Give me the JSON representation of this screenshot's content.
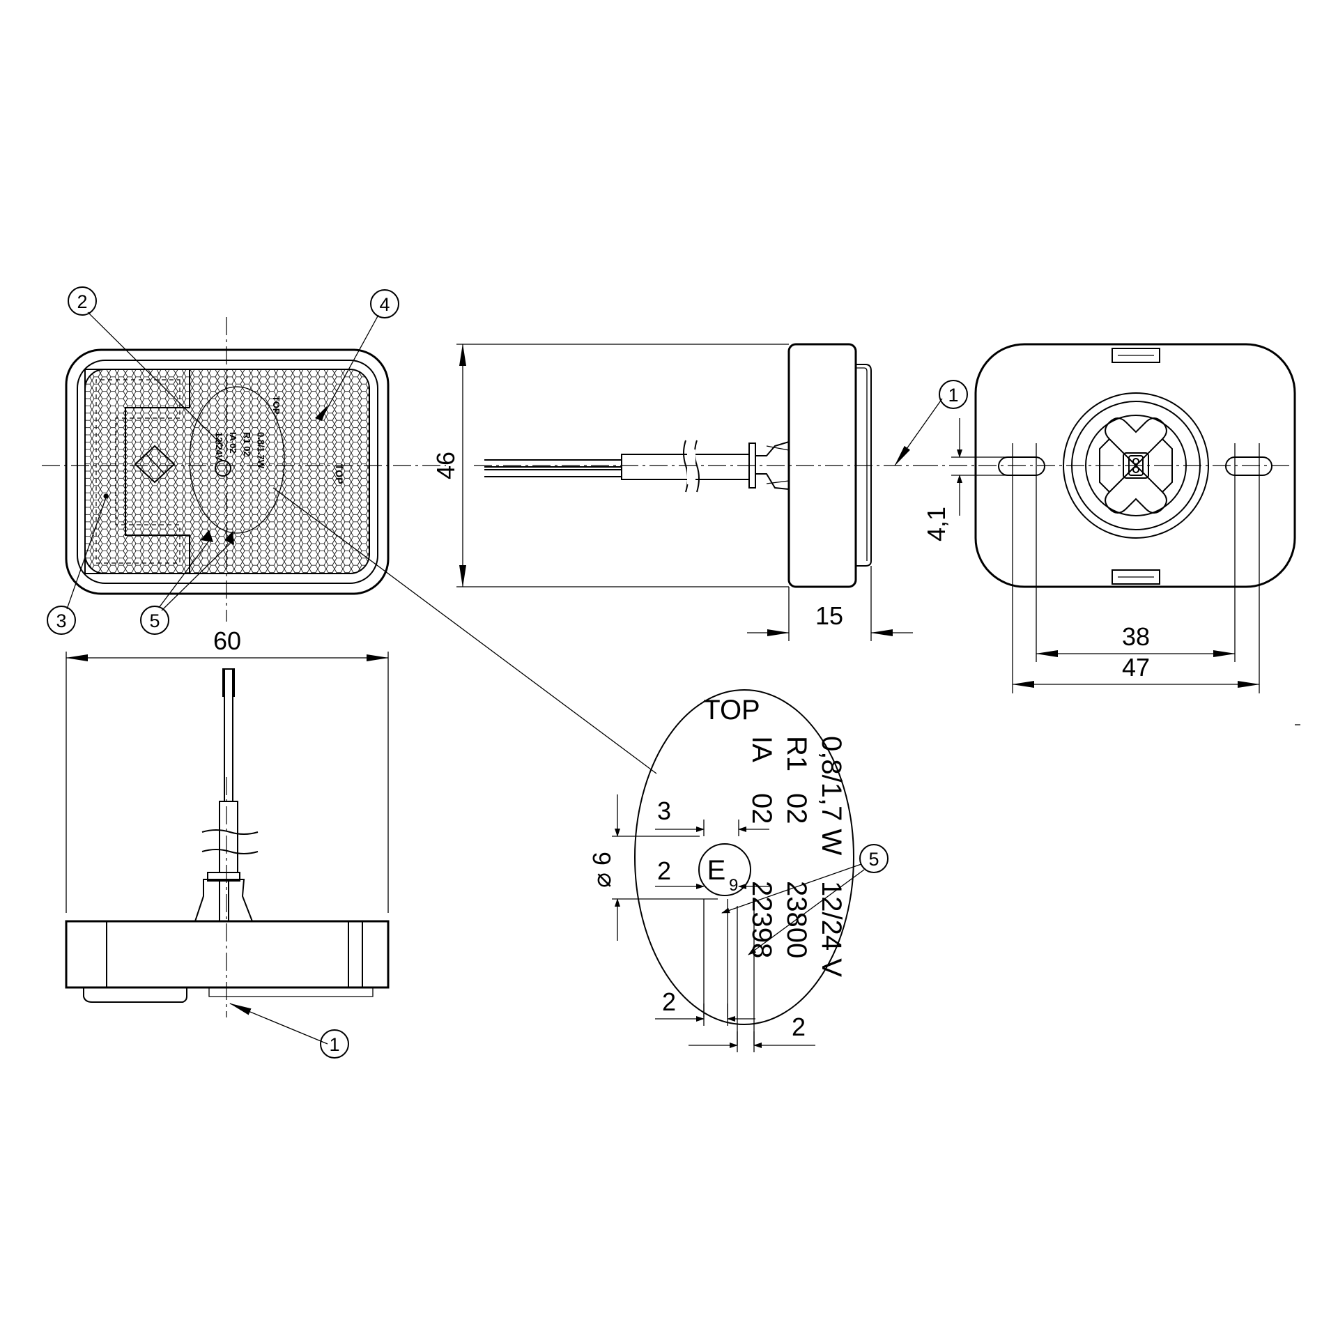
{
  "dimensions": {
    "width_front": "60",
    "height_side": "46",
    "depth_side": "15",
    "hole_pitch": "38",
    "overall_back": "47",
    "slot_width": "4,1",
    "detail_dia": "6",
    "detail_3": "3",
    "detail_2a": "2",
    "detail_2b": "2",
    "detail_2c": "2"
  },
  "callouts": {
    "c1": "1",
    "c2": "2",
    "c3": "3",
    "c4": "4",
    "c5": "5"
  },
  "marking": {
    "top": "TOP",
    "power": "0,8/1,7 W",
    "code_r": "R1",
    "code_r_num": "02",
    "code_ia": "IA",
    "code_ia_num": "02",
    "emark": "E",
    "emark_num": "9",
    "voltage": "12/24 V",
    "approval_1": "23800",
    "approval_2": "22398"
  },
  "front_label": {
    "top": "TOP",
    "top_small": "TOP"
  }
}
